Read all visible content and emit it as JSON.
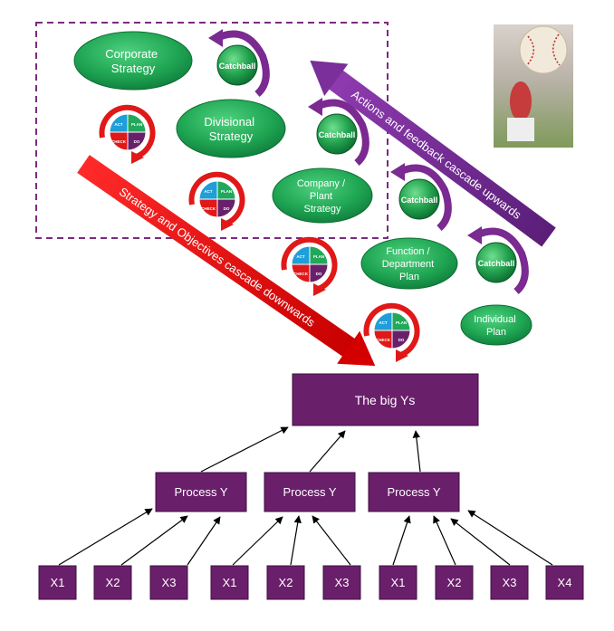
{
  "strategy_levels": [
    {
      "label": "Corporate\nStrategy"
    },
    {
      "label": "Divisional\nStrategy"
    },
    {
      "label": "Company /\nPlant\nStrategy"
    },
    {
      "label": "Function /\nDepartment\nPlan"
    },
    {
      "label": "Individual\nPlan"
    }
  ],
  "catchball_label": "Catchball",
  "pdca_labels": {
    "act": "ACT",
    "plan": "PLAN",
    "check": "CHECK",
    "do": "DO"
  },
  "arrows": {
    "upward_text": "Actions and feedback cascade upwards",
    "downward_text": "Strategy and Objectives cascade downwards"
  },
  "tree": {
    "top": "The big Ys",
    "processes": [
      "Process Y",
      "Process Y",
      "Process Y"
    ],
    "inputs": [
      "X1",
      "X2",
      "X3",
      "X1",
      "X2",
      "X3",
      "X1",
      "X2",
      "X3",
      "X4"
    ]
  },
  "colors": {
    "green": "#22a85a",
    "purple": "#6a1f6b",
    "red": "#e01818",
    "dashed_frame": "#7b2a80"
  }
}
